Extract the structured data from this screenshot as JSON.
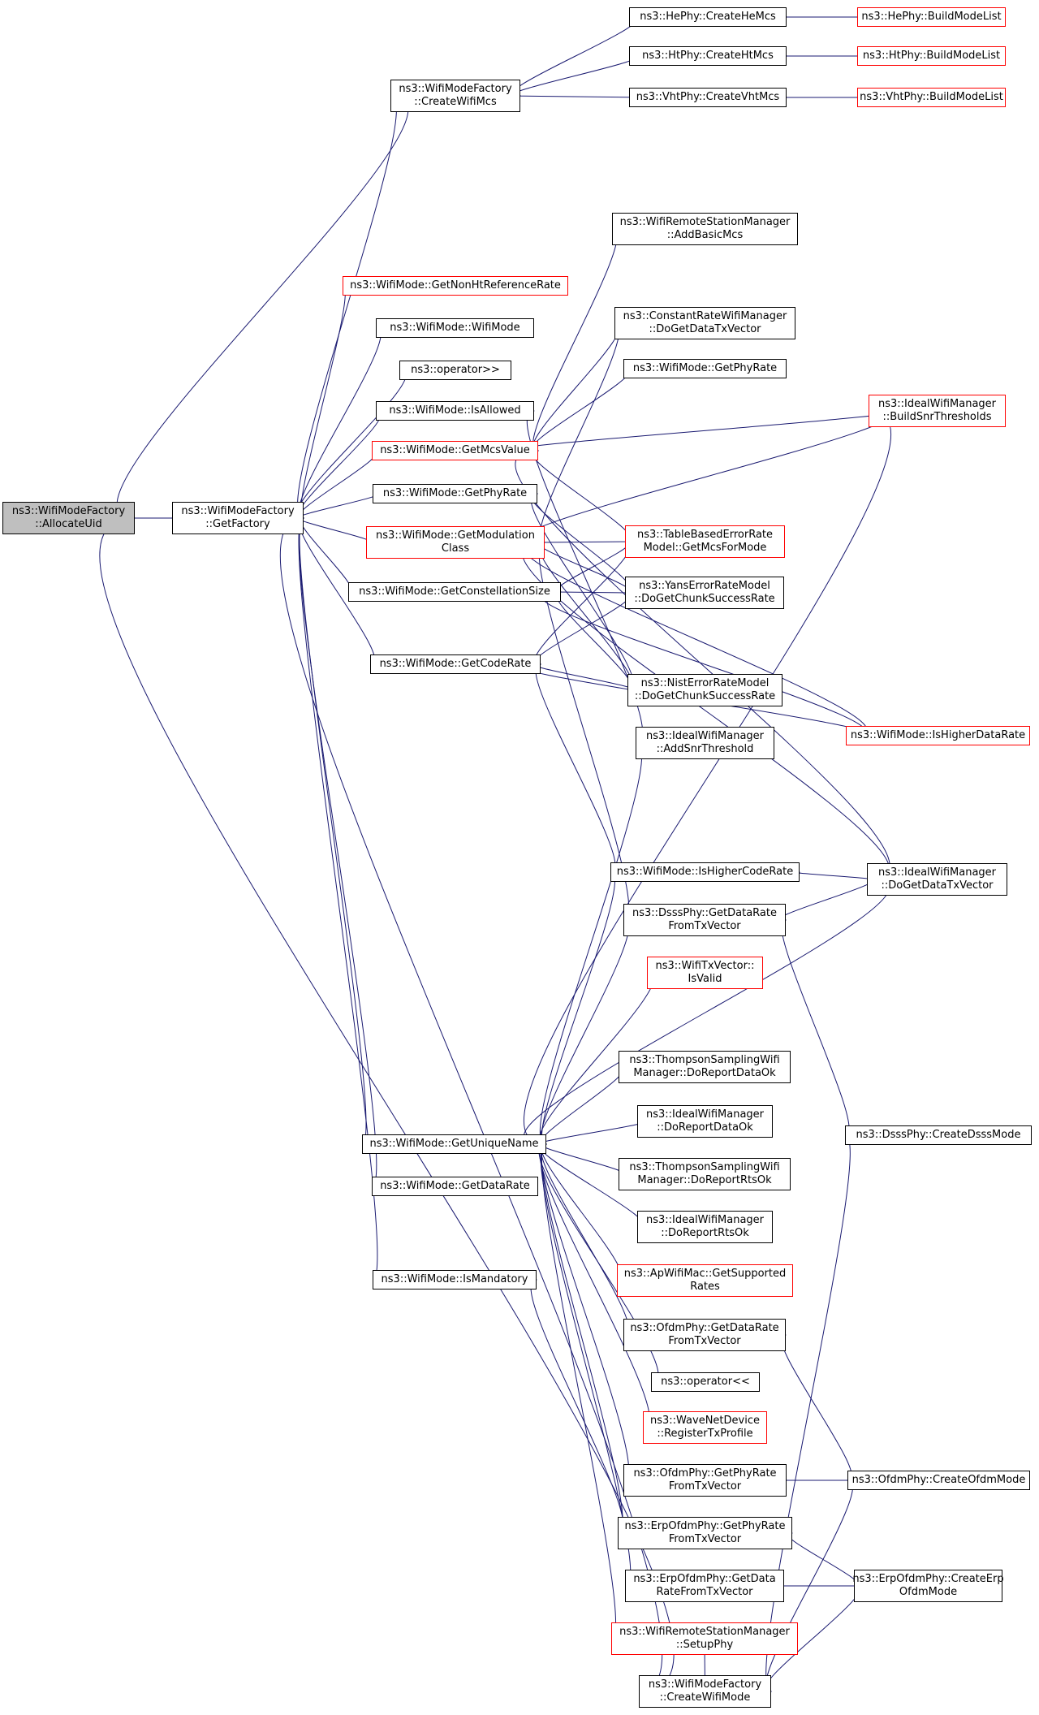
{
  "graph": {
    "edge_color": "#191970",
    "node_border": "#000000",
    "highlight_border": "#ff0000",
    "root_fill": "#bfbfbf",
    "root": {
      "id": "allocate",
      "label": "ns3::WifiModeFactory\n::AllocateUid"
    },
    "nodes": [
      {
        "id": "allocate",
        "label": "ns3::WifiModeFactory\n::AllocateUid",
        "red": false
      },
      {
        "id": "getfactory",
        "label": "ns3::WifiModeFactory\n::GetFactory",
        "red": false
      },
      {
        "id": "createwifimcs",
        "label": "ns3::WifiModeFactory\n::CreateWifiMcs",
        "red": false
      },
      {
        "id": "hephy_createhemcs",
        "label": "ns3::HePhy::CreateHeMcs",
        "red": false
      },
      {
        "id": "htphy_createhtmcs",
        "label": "ns3::HtPhy::CreateHtMcs",
        "red": false
      },
      {
        "id": "vhtphy_createvhtmcs",
        "label": "ns3::VhtPhy::CreateVhtMcs",
        "red": false
      },
      {
        "id": "hephy_build",
        "label": "ns3::HePhy::BuildModeList",
        "red": true
      },
      {
        "id": "htphy_build",
        "label": "ns3::HtPhy::BuildModeList",
        "red": true
      },
      {
        "id": "vhtphy_build",
        "label": "ns3::VhtPhy::BuildModeList",
        "red": true
      },
      {
        "id": "getnonht",
        "label": "ns3::WifiMode::GetNonHtReferenceRate",
        "red": true
      },
      {
        "id": "wifimode",
        "label": "ns3::WifiMode::WifiMode",
        "red": false
      },
      {
        "id": "opshr",
        "label": "ns3::operator>>",
        "red": false
      },
      {
        "id": "isallowed",
        "label": "ns3::WifiMode::IsAllowed",
        "red": false
      },
      {
        "id": "getmcsvalue",
        "label": "ns3::WifiMode::GetMcsValue",
        "red": true
      },
      {
        "id": "getphyrate",
        "label": "ns3::WifiMode::GetPhyRate",
        "red": false
      },
      {
        "id": "getmodclass",
        "label": "ns3::WifiMode::GetModulation\nClass",
        "red": true
      },
      {
        "id": "getconst",
        "label": "ns3::WifiMode::GetConstellationSize",
        "red": false
      },
      {
        "id": "getcoderate",
        "label": "ns3::WifiMode::GetCodeRate",
        "red": false
      },
      {
        "id": "getuniquename",
        "label": "ns3::WifiMode::GetUniqueName",
        "red": false
      },
      {
        "id": "getdatarate",
        "label": "ns3::WifiMode::GetDataRate",
        "red": false
      },
      {
        "id": "ismandatory",
        "label": "ns3::WifiMode::IsMandatory",
        "red": false
      },
      {
        "id": "addbasicmcs",
        "label": "ns3::WifiRemoteStationManager\n::AddBasicMcs",
        "red": false
      },
      {
        "id": "constrate",
        "label": "ns3::ConstantRateWifiManager\n::DoGetDataTxVector",
        "red": false
      },
      {
        "id": "mode_getphyrate2",
        "label": "ns3::WifiMode::GetPhyRate",
        "red": false
      },
      {
        "id": "tablebased",
        "label": "ns3::TableBasedErrorRate\nModel::GetMcsForMode",
        "red": true
      },
      {
        "id": "yans",
        "label": "ns3::YansErrorRateModel\n::DoGetChunkSuccessRate",
        "red": false
      },
      {
        "id": "nist",
        "label": "ns3::NistErrorRateModel\n::DoGetChunkSuccessRate",
        "red": false
      },
      {
        "id": "addsnr",
        "label": "ns3::IdealWifiManager\n::AddSnrThreshold",
        "red": false
      },
      {
        "id": "ishighercoderate",
        "label": "ns3::WifiMode::IsHigherCodeRate",
        "red": false
      },
      {
        "id": "dsss_getdatarate",
        "label": "ns3::DsssPhy::GetDataRate\nFromTxVector",
        "red": false
      },
      {
        "id": "txvector_isvalid",
        "label": "ns3::WifiTxVector::\nIsValid",
        "red": true
      },
      {
        "id": "thompson_dataok",
        "label": "ns3::ThompsonSamplingWifi\nManager::DoReportDataOk",
        "red": false
      },
      {
        "id": "ideal_dataok",
        "label": "ns3::IdealWifiManager\n::DoReportDataOk",
        "red": false
      },
      {
        "id": "thompson_rtsok",
        "label": "ns3::ThompsonSamplingWifi\nManager::DoReportRtsOk",
        "red": false
      },
      {
        "id": "ideal_rtsok",
        "label": "ns3::IdealWifiManager\n::DoReportRtsOk",
        "red": false
      },
      {
        "id": "apwifimac",
        "label": "ns3::ApWifiMac::GetSupported\nRates",
        "red": true
      },
      {
        "id": "ofdm_getdatarate",
        "label": "ns3::OfdmPhy::GetDataRate\nFromTxVector",
        "red": false
      },
      {
        "id": "opshl",
        "label": "ns3::operator<<",
        "red": false
      },
      {
        "id": "wavenet",
        "label": "ns3::WaveNetDevice\n::RegisterTxProfile",
        "red": true
      },
      {
        "id": "ofdm_getphyrate",
        "label": "ns3::OfdmPhy::GetPhyRate\nFromTxVector",
        "red": false
      },
      {
        "id": "erp_getphyrate",
        "label": "ns3::ErpOfdmPhy::GetPhyRate\nFromTxVector",
        "red": false
      },
      {
        "id": "erp_getdatarate",
        "label": "ns3::ErpOfdmPhy::GetData\nRateFromTxVector",
        "red": false
      },
      {
        "id": "setupphy",
        "label": "ns3::WifiRemoteStationManager\n::SetupPhy",
        "red": true
      },
      {
        "id": "createwifimode",
        "label": "ns3::WifiModeFactory\n::CreateWifiMode",
        "red": false
      },
      {
        "id": "buildsnr",
        "label": "ns3::IdealWifiManager\n::BuildSnrThresholds",
        "red": true
      },
      {
        "id": "ishigherdatarate",
        "label": "ns3::WifiMode::IsHigherDataRate",
        "red": true
      },
      {
        "id": "ideal_dogetdata",
        "label": "ns3::IdealWifiManager\n::DoGetDataTxVector",
        "red": false
      },
      {
        "id": "createdsss",
        "label": "ns3::DsssPhy::CreateDsssMode",
        "red": false
      },
      {
        "id": "createofdm",
        "label": "ns3::OfdmPhy::CreateOfdmMode",
        "red": false
      },
      {
        "id": "createerp",
        "label": "ns3::ErpOfdmPhy::CreateErp\nOfdmMode",
        "red": false
      }
    ],
    "edges": [
      [
        "getfactory",
        "allocate"
      ],
      [
        "createwifimcs",
        "allocate"
      ],
      [
        "createwifimode",
        "allocate"
      ],
      [
        "hephy_createhemcs",
        "createwifimcs"
      ],
      [
        "htphy_createhtmcs",
        "createwifimcs"
      ],
      [
        "vhtphy_createvhtmcs",
        "createwifimcs"
      ],
      [
        "hephy_build",
        "hephy_createhemcs"
      ],
      [
        "htphy_build",
        "htphy_createhtmcs"
      ],
      [
        "vhtphy_build",
        "vhtphy_createvhtmcs"
      ],
      [
        "createwifimcs",
        "getfactory"
      ],
      [
        "getnonht",
        "getfactory"
      ],
      [
        "wifimode",
        "getfactory"
      ],
      [
        "opshr",
        "getfactory"
      ],
      [
        "isallowed",
        "getfactory"
      ],
      [
        "getmcsvalue",
        "getfactory"
      ],
      [
        "getphyrate",
        "getfactory"
      ],
      [
        "getmodclass",
        "getfactory"
      ],
      [
        "getconst",
        "getfactory"
      ],
      [
        "getcoderate",
        "getfactory"
      ],
      [
        "getuniquename",
        "getfactory"
      ],
      [
        "getdatarate",
        "getfactory"
      ],
      [
        "ismandatory",
        "getfactory"
      ],
      [
        "createwifimode",
        "getfactory"
      ],
      [
        "addbasicmcs",
        "getmcsvalue"
      ],
      [
        "constrate",
        "getmcsvalue"
      ],
      [
        "mode_getphyrate2",
        "getmcsvalue"
      ],
      [
        "tablebased",
        "getmcsvalue"
      ],
      [
        "buildsnr",
        "getmcsvalue"
      ],
      [
        "ideal_dogetdata",
        "getmcsvalue"
      ],
      [
        "addsnr",
        "isallowed"
      ],
      [
        "yans",
        "getphyrate"
      ],
      [
        "nist",
        "getphyrate"
      ],
      [
        "constrate",
        "getmodclass"
      ],
      [
        "tablebased",
        "getmodclass"
      ],
      [
        "yans",
        "getmodclass"
      ],
      [
        "nist",
        "getmodclass"
      ],
      [
        "buildsnr",
        "getmodclass"
      ],
      [
        "ishigherdatarate",
        "getmodclass"
      ],
      [
        "ideal_dogetdata",
        "getmodclass"
      ],
      [
        "dsss_getdatarate",
        "getmodclass"
      ],
      [
        "yans",
        "getconst"
      ],
      [
        "nist",
        "getconst"
      ],
      [
        "tablebased",
        "getconst"
      ],
      [
        "ishigherdatarate",
        "getconst"
      ],
      [
        "yans",
        "getcoderate"
      ],
      [
        "nist",
        "getcoderate"
      ],
      [
        "tablebased",
        "getcoderate"
      ],
      [
        "ishighercoderate",
        "getcoderate"
      ],
      [
        "ishigherdatarate",
        "getcoderate"
      ],
      [
        "ideal_dogetdata",
        "ishighercoderate"
      ],
      [
        "ideal_dogetdata",
        "dsss_getdatarate"
      ],
      [
        "createdsss",
        "dsss_getdatarate"
      ],
      [
        "addsnr",
        "getuniquename"
      ],
      [
        "ishighercoderate",
        "getuniquename"
      ],
      [
        "dsss_getdatarate",
        "getuniquename"
      ],
      [
        "txvector_isvalid",
        "getuniquename"
      ],
      [
        "thompson_dataok",
        "getuniquename"
      ],
      [
        "ideal_dataok",
        "getuniquename"
      ],
      [
        "thompson_rtsok",
        "getuniquename"
      ],
      [
        "ideal_rtsok",
        "getuniquename"
      ],
      [
        "apwifimac",
        "getuniquename"
      ],
      [
        "ofdm_getdatarate",
        "getuniquename"
      ],
      [
        "opshl",
        "getuniquename"
      ],
      [
        "wavenet",
        "getuniquename"
      ],
      [
        "ofdm_getphyrate",
        "getuniquename"
      ],
      [
        "erp_getphyrate",
        "getuniquename"
      ],
      [
        "erp_getdatarate",
        "getuniquename"
      ],
      [
        "setupphy",
        "getuniquename"
      ],
      [
        "buildsnr",
        "getuniquename"
      ],
      [
        "ideal_dogetdata",
        "getuniquename"
      ],
      [
        "createofdm",
        "ofdm_getdatarate"
      ],
      [
        "createofdm",
        "ofdm_getphyrate"
      ],
      [
        "createerp",
        "erp_getphyrate"
      ],
      [
        "createerp",
        "erp_getdatarate"
      ],
      [
        "erp_getphyrate",
        "ismandatory"
      ],
      [
        "createdsss",
        "createwifimode"
      ],
      [
        "createofdm",
        "createwifimode"
      ],
      [
        "createerp",
        "createwifimode"
      ],
      [
        "setupphy",
        "createwifimode"
      ]
    ]
  }
}
